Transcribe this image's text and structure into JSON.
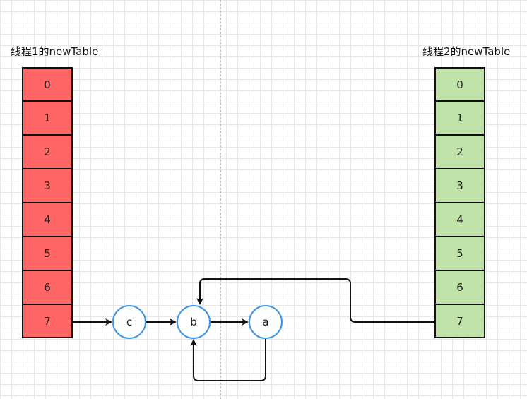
{
  "thread1": {
    "label": "线程1的newTable",
    "cells": [
      "0",
      "1",
      "2",
      "3",
      "4",
      "5",
      "6",
      "7"
    ],
    "fill_color": "#ff6666"
  },
  "thread2": {
    "label": "线程2的newTable",
    "cells": [
      "0",
      "1",
      "2",
      "3",
      "4",
      "5",
      "6",
      "7"
    ],
    "fill_color": "#bfe3a8"
  },
  "nodes": {
    "c": "c",
    "b": "b",
    "a": "a",
    "border_color": "#3c96e8"
  },
  "edges": [
    {
      "from": "thread1-cell-7",
      "to": "c"
    },
    {
      "from": "c",
      "to": "b"
    },
    {
      "from": "b",
      "to": "a"
    },
    {
      "from": "a",
      "to": "b"
    },
    {
      "from": "thread2-cell-7",
      "to": "b"
    }
  ]
}
